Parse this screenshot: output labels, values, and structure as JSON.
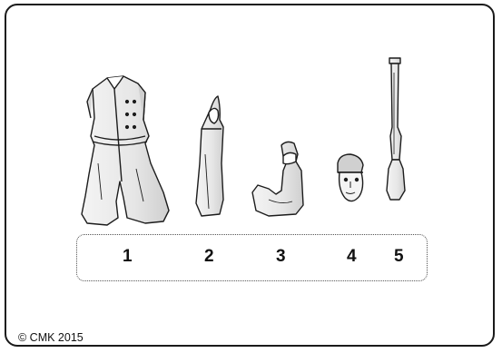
{
  "parts": [
    {
      "number": "1",
      "depicts": "coat-torso-icon"
    },
    {
      "number": "2",
      "depicts": "arm-icon"
    },
    {
      "number": "3",
      "depicts": "bent-arm-icon"
    },
    {
      "number": "4",
      "depicts": "head-icon"
    },
    {
      "number": "5",
      "depicts": "rifle-icon"
    }
  ],
  "copyright": "© CMK 2015"
}
